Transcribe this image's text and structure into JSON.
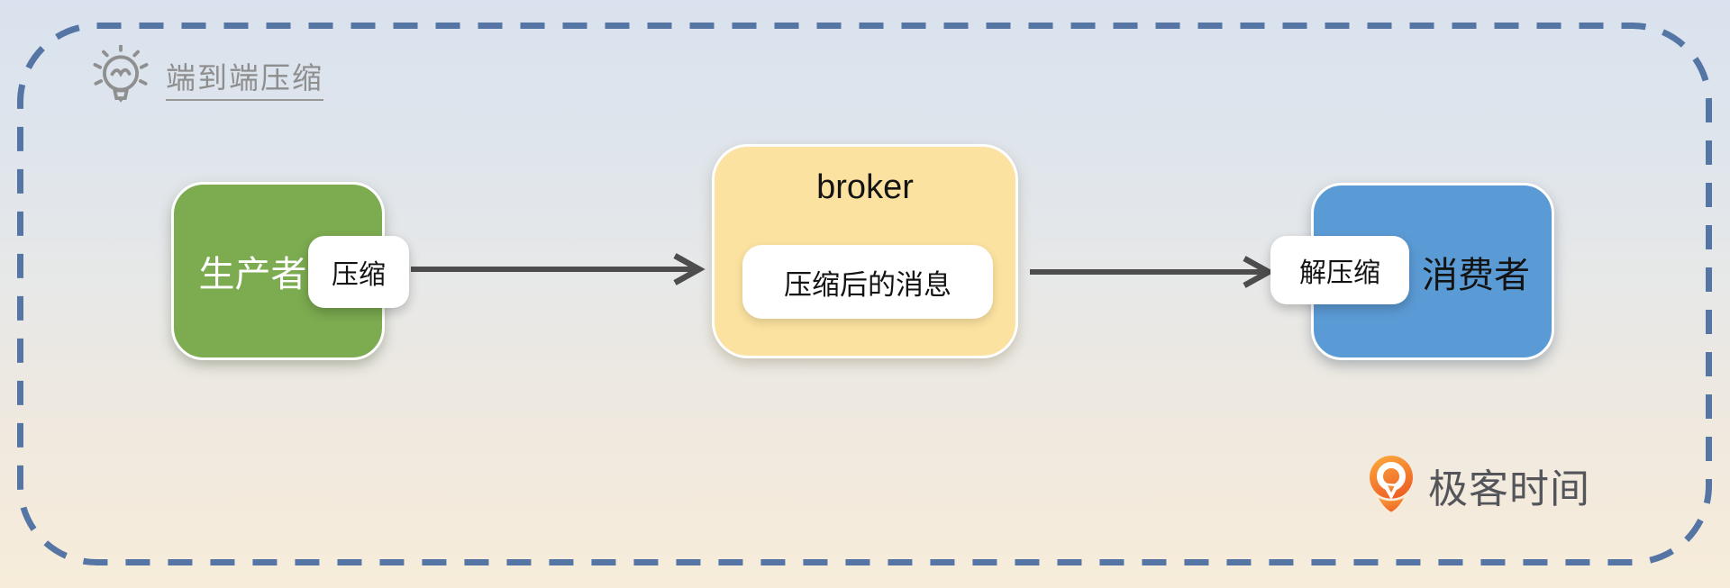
{
  "header": {
    "title": "端到端压缩",
    "icon": "lightbulb-icon"
  },
  "nodes": {
    "producer": {
      "label": "生产者",
      "badge": "压缩",
      "color": "#7cab50"
    },
    "broker": {
      "label": "broker",
      "message": "压缩后的消息",
      "color": "#fbe2a0"
    },
    "consumer": {
      "label": "消费者",
      "badge": "解压缩",
      "color": "#5b9bd5"
    }
  },
  "arrows": [
    {
      "from": "producer-compress",
      "to": "broker"
    },
    {
      "from": "broker",
      "to": "consumer-decompress"
    }
  ],
  "logo": {
    "text": "极客时间",
    "icon": "geektime-pin-icon",
    "orange": "#ee5b22"
  },
  "colors": {
    "frame_border": "#5575a5",
    "arrow": "#4d4d4d",
    "title_gray": "#8e8e8e",
    "bg_top": "#d9e2ee",
    "bg_bottom": "#f7ecda",
    "badge_text": "#131313",
    "producer_text": "#ffffff"
  }
}
